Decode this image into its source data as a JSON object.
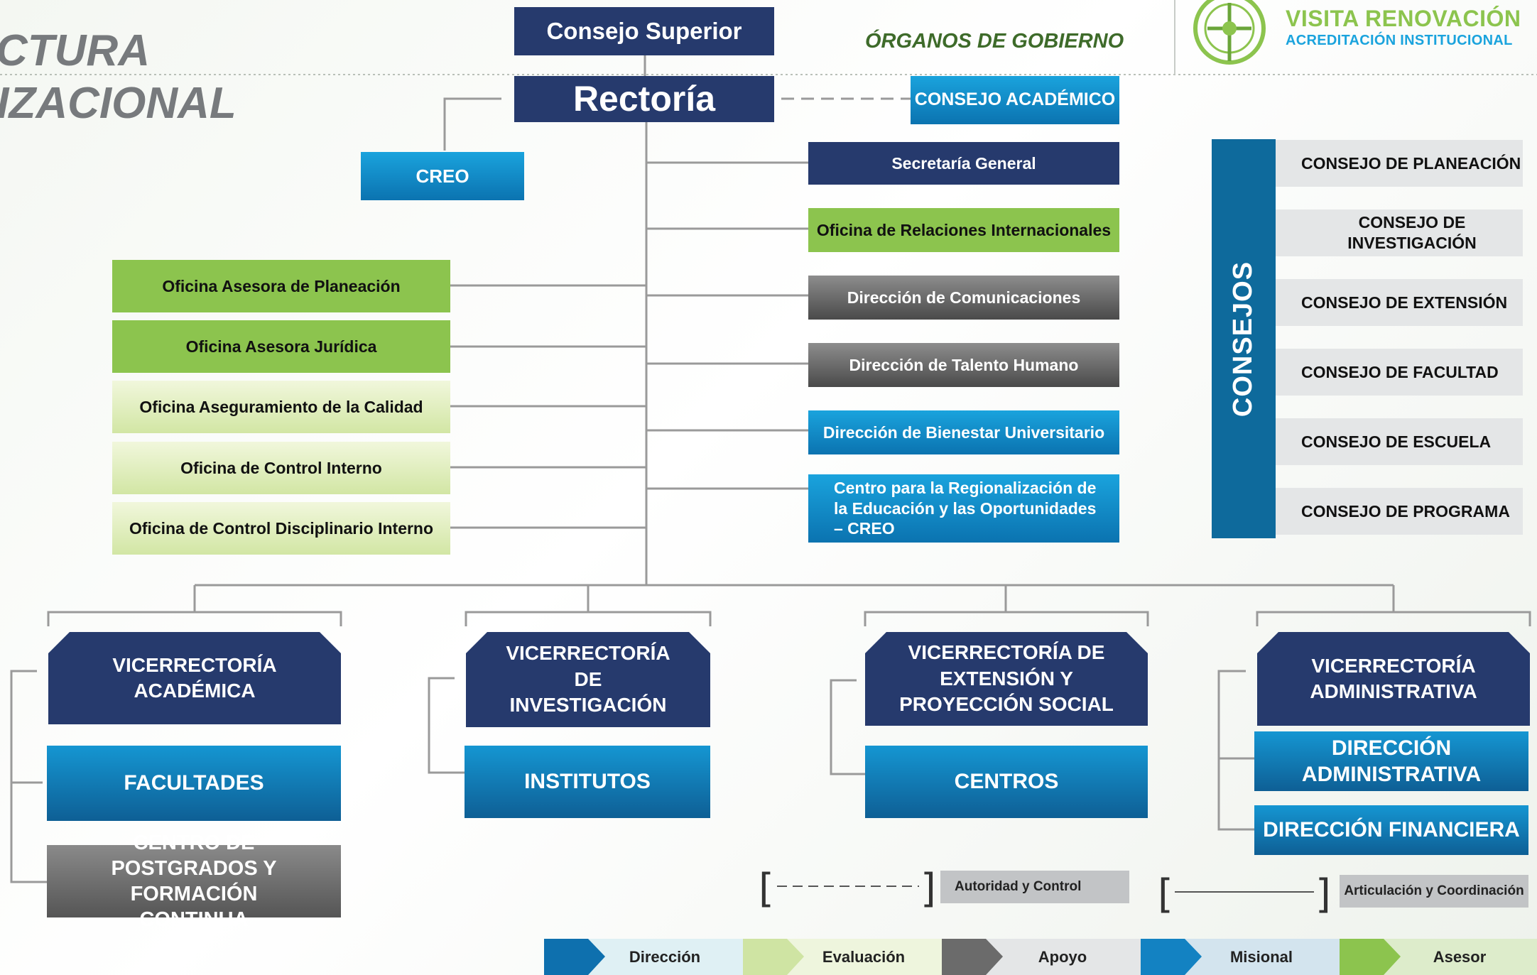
{
  "header": {
    "title_line1": "CTURA",
    "title_line2": "IIZACIONAL",
    "organos": "ÓRGANOS DE GOBIERNO",
    "brand_line1": "VISITA RENOVACIÓN",
    "brand_line2": "ACREDITACIÓN INSTITUCIONAL",
    "colors": {
      "brand_green": "#8cc44e",
      "brand_blue": "#1aa3dd",
      "navy": "#263a6d"
    }
  },
  "top": {
    "consejo_superior": "Consejo Superior",
    "rectoria": "Rectoría",
    "consejo_academico": "CONSEJO ACADÉMICO",
    "creo": "CREO"
  },
  "left_offices": [
    "Oficina Asesora de Planeación",
    "Oficina Asesora Jurídica",
    "Oficina Aseguramiento de la Calidad",
    "Oficina de Control Interno",
    "Oficina de Control Disciplinario Interno"
  ],
  "right_offices": [
    "Secretaría General",
    "Oficina de Relaciones Internacionales",
    "Dirección de Comunicaciones",
    "Dirección de Talento Humano",
    "Dirección de Bienestar Universitario",
    "Centro para la Regionalización de la Educación y las Oportunidades – CREO"
  ],
  "consejos": {
    "label": "CONSEJOS",
    "items": [
      "CONSEJO DE PLANEACIÓN",
      "CONSEJO DE INVESTIGACIÓN",
      "CONSEJO DE EXTENSIÓN",
      "CONSEJO DE FACULTAD",
      "CONSEJO DE ESCUELA",
      "CONSEJO DE PROGRAMA"
    ]
  },
  "vicerrectorias": {
    "academica": "VICERRECTORÍA ACADÉMICA",
    "investigacion": "VICERRECTORÍA DE INVESTIGACIÓN",
    "extension": "VICERRECTORÍA DE EXTENSIÓN Y PROYECCIÓN SOCIAL",
    "administrativa": "VICERRECTORÍA ADMINISTRATIVA"
  },
  "subunits": {
    "facultades": "FACULTADES",
    "postgrados": "CENTRO DE POSTGRADOS Y FORMACIÓN CONTINUA",
    "institutos": "INSTITUTOS",
    "centros": "CENTROS",
    "dir_administrativa": "DIRECCIÓN ADMINISTRATIVA",
    "dir_financiera": "DIRECCIÓN FINANCIERA"
  },
  "legend": {
    "autoridad": "Autoridad y Control",
    "articulacion": "Articulación y Coordinación"
  },
  "categories": [
    "Dirección",
    "Evaluación",
    "Apoyo",
    "Misional",
    "Asesor"
  ]
}
